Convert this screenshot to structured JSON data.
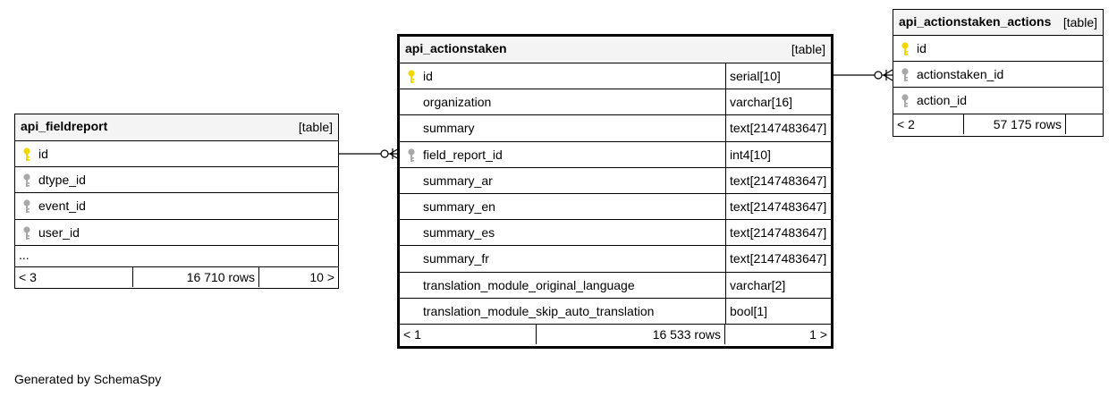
{
  "tables": {
    "fieldreport": {
      "name": "api_fieldreport",
      "kind": "[table]",
      "columns": [
        {
          "name": "id",
          "key": "primary"
        },
        {
          "name": "dtype_id",
          "key": "foreign"
        },
        {
          "name": "event_id",
          "key": "foreign"
        },
        {
          "name": "user_id",
          "key": "foreign"
        }
      ],
      "more": "...",
      "footer": {
        "parents": "< 3",
        "rows": "16 710 rows",
        "children": "10 >"
      }
    },
    "actionstaken": {
      "name": "api_actionstaken",
      "kind": "[table]",
      "columns": [
        {
          "name": "id",
          "type": "serial[10]",
          "key": "primary"
        },
        {
          "name": "organization",
          "type": "varchar[16]",
          "key": ""
        },
        {
          "name": "summary",
          "type": "text[2147483647]",
          "key": ""
        },
        {
          "name": "field_report_id",
          "type": "int4[10]",
          "key": "foreign"
        },
        {
          "name": "summary_ar",
          "type": "text[2147483647]",
          "key": ""
        },
        {
          "name": "summary_en",
          "type": "text[2147483647]",
          "key": ""
        },
        {
          "name": "summary_es",
          "type": "text[2147483647]",
          "key": ""
        },
        {
          "name": "summary_fr",
          "type": "text[2147483647]",
          "key": ""
        },
        {
          "name": "translation_module_original_language",
          "type": "varchar[2]",
          "key": ""
        },
        {
          "name": "translation_module_skip_auto_translation",
          "type": "bool[1]",
          "key": ""
        }
      ],
      "footer": {
        "parents": "< 1",
        "rows": "16 533 rows",
        "children": "1 >"
      }
    },
    "actions": {
      "name": "api_actionstaken_actions",
      "kind": "[table]",
      "columns": [
        {
          "name": "id",
          "key": "primary"
        },
        {
          "name": "actionstaken_id",
          "key": "foreign"
        },
        {
          "name": "action_id",
          "key": "foreign"
        }
      ],
      "footer": {
        "parents": "< 2",
        "rows": "57 175 rows"
      }
    }
  },
  "credit": "Generated by SchemaSpy",
  "colors": {
    "primary_key": "#f2d600",
    "foreign_key": "#a8a8a8",
    "header_bg": "#f4f4f4"
  }
}
